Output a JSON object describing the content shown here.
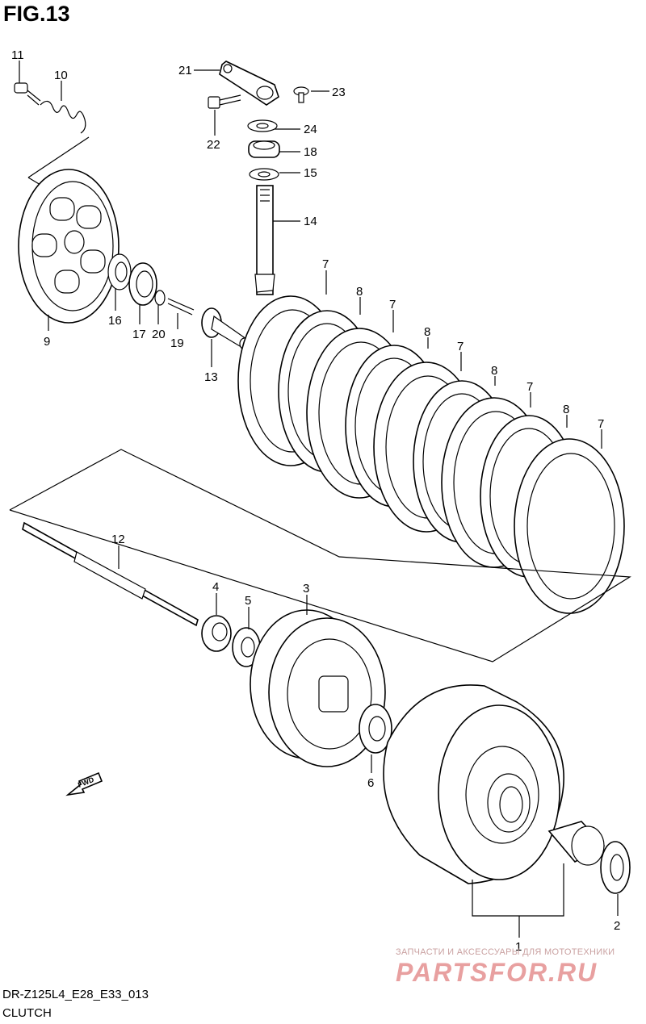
{
  "title": "FIG.13",
  "footer": {
    "code": "DR-Z125L4_E28_E33_013",
    "name": "CLUTCH"
  },
  "watermark": {
    "tagline": "ЗАПЧАСТИ И АКСЕССУАРЫ ДЛЯ МОТОТЕХНИКИ",
    "logo": "PARTSFOR.RU"
  },
  "direction_marker": "FWD",
  "callouts": {
    "c1": "1",
    "c2": "2",
    "c3": "3",
    "c4": "4",
    "c5": "5",
    "c6": "6",
    "c7a": "7",
    "c7b": "7",
    "c7c": "7",
    "c7d": "7",
    "c7e": "7",
    "c8a": "8",
    "c8b": "8",
    "c8c": "8",
    "c8d": "8",
    "c9": "9",
    "c10": "10",
    "c11": "11",
    "c12": "12",
    "c13": "13",
    "c14": "14",
    "c15": "15",
    "c16": "16",
    "c17": "17",
    "c18": "18",
    "c19": "19",
    "c20": "20",
    "c21": "21",
    "c22": "22",
    "c23": "23",
    "c24": "24"
  }
}
